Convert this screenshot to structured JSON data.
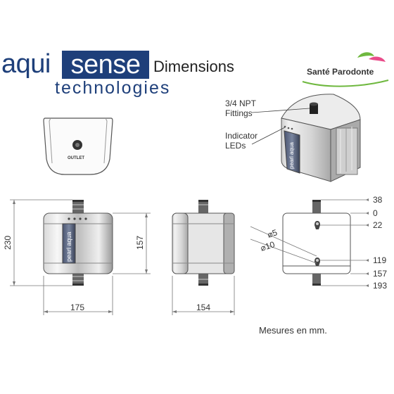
{
  "brand": {
    "part1": "aqui",
    "part2": "sense",
    "part3": "technologies",
    "color": "#1e3f7a"
  },
  "title": "Dimensions",
  "partner_logo": {
    "text": "Santé Parodonte",
    "leaf_colors": [
      "#6fb83f",
      "#e94c8a"
    ]
  },
  "callouts": {
    "fittings": [
      "3/4 NPT",
      "Fittings"
    ],
    "leds": [
      "Indicator",
      "LEDs"
    ]
  },
  "device_labels": {
    "outlet": "OUTLET",
    "brand_vertical": "pearl aqua"
  },
  "dimensions": {
    "width_front": "175",
    "width_side": "154",
    "height_total": "230",
    "height_body": "157",
    "holes": [
      "⌀5",
      "⌀10"
    ],
    "right_scale": [
      "38",
      "0",
      "22",
      "119",
      "157",
      "193"
    ]
  },
  "note": "Mesures en mm."
}
